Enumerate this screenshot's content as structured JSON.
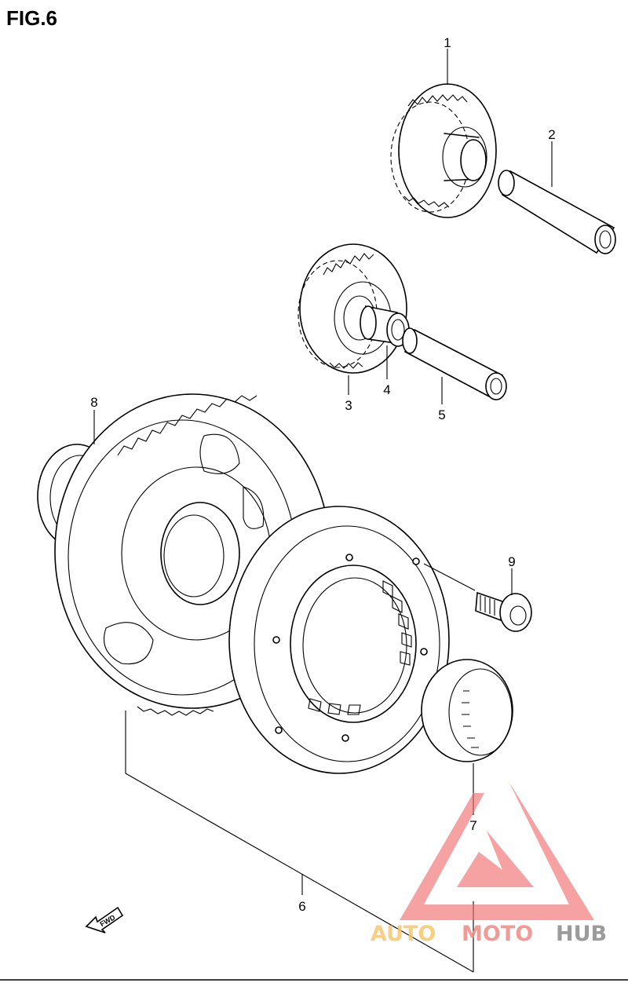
{
  "figure": {
    "title": "FIG.6"
  },
  "callouts": [
    "1",
    "2",
    "3",
    "4",
    "5",
    "6",
    "7",
    "8",
    "9"
  ],
  "fwd_label": "FWD",
  "watermark": {
    "part1": "AUTO",
    "part2": "MOTO",
    "part3": "HUB",
    "colors": {
      "auto": "#f7c66b",
      "moto": "#f08a84",
      "hub": "#8a8a8a",
      "triangle": "#f26d6d"
    }
  }
}
